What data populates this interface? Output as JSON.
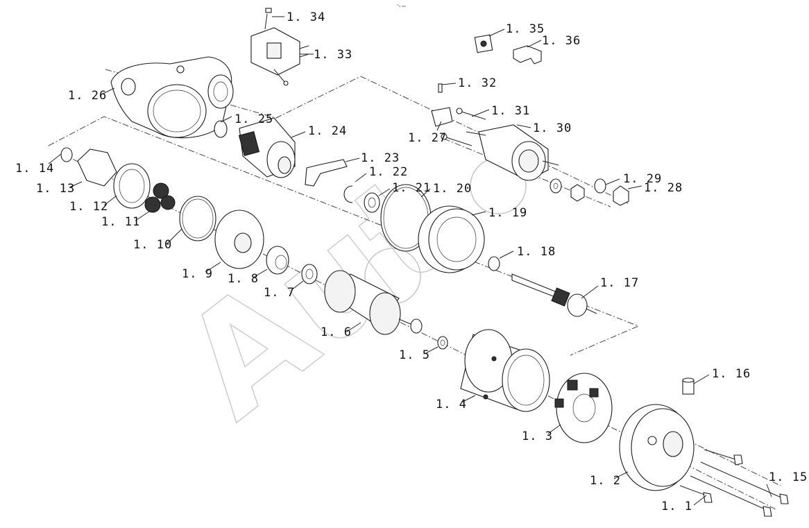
{
  "diagram": {
    "top_note": "ᵐ₀ ₀₀₀",
    "watermark": "Aut",
    "labels": {
      "p1_1": "1. 1",
      "p1_2": "1. 2",
      "p1_3": "1. 3",
      "p1_4": "1. 4",
      "p1_5": "1. 5",
      "p1_6": "1. 6",
      "p1_7": "1. 7",
      "p1_8": "1. 8",
      "p1_9": "1. 9",
      "p1_10": "1. 10",
      "p1_11": "1. 11",
      "p1_12": "1. 12",
      "p1_13": "1. 13",
      "p1_14": "1. 14",
      "p1_15": "1. 15",
      "p1_16": "1. 16",
      "p1_17": "1. 17",
      "p1_18": "1. 18",
      "p1_19": "1. 19",
      "p1_20": "1. 20",
      "p1_21": "1. 21",
      "p1_22": "1. 22",
      "p1_23": "1. 23",
      "p1_24": "1. 24",
      "p1_25": "1. 25",
      "p1_26": "1. 26",
      "p1_27": "1. 27",
      "p1_28": "1. 28",
      "p1_29": "1. 29",
      "p1_30": "1. 30",
      "p1_31": "1. 31",
      "p1_32": "1. 32",
      "p1_33": "1. 33",
      "p1_34": "1. 34",
      "p1_35": "1. 35",
      "p1_36": "1. 36"
    }
  }
}
